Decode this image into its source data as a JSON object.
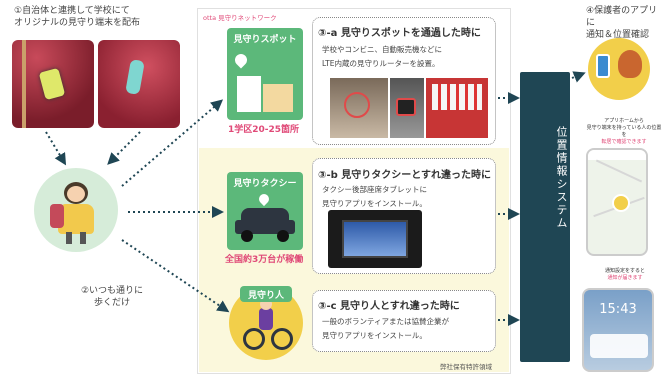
{
  "step1": {
    "line1": "①自治体と連携して学校にて",
    "line2": "オリジナルの見守り端末を配布"
  },
  "step2": {
    "line1": "②いつも通りに",
    "line2": "歩くだけ"
  },
  "network_label": "otta 見守りネットワーク",
  "panel_a": {
    "card_title": "見守りスポット",
    "caption": "1学区20-25箇所",
    "heading": "③-a 見守りスポットを通過した時に",
    "desc1": "学校やコンビニ、自動販売機などに",
    "desc2": "LTE内蔵の見守りルーターを設置。"
  },
  "panel_b": {
    "card_title": "見守りタクシー",
    "caption": "全国約3万台が稼働",
    "heading": "③-b 見守りタクシーとすれ違った時に",
    "desc1": "タクシー後部座席タブレットに",
    "desc2": "見守りアプリをインストール。"
  },
  "panel_c": {
    "card_title": "見守り人",
    "heading": "③-c 見守り人とすれ違った時に",
    "desc1": "一般のボランティアまたは協賛企業が",
    "desc2": "見守りアプリをインストール。"
  },
  "area_label": "弊社保有特許領域",
  "system": {
    "label": "位置情報システム"
  },
  "step4": {
    "line1": "④保護者のアプリに",
    "line2": "通知＆位置確認"
  },
  "app_note": {
    "line1": "アプリホームから",
    "line2": "見守り端末を持っている人の位置を",
    "line3": "転居で確認できます"
  },
  "notify_note": {
    "line1": "通知設定をすると",
    "line2": "通知が届きます"
  },
  "lock_time": "15:43",
  "colors": {
    "green": "#5cb87a",
    "navy": "#1f4654",
    "pink": "#e04a78",
    "yellow_bg": "#fbf8dc"
  }
}
